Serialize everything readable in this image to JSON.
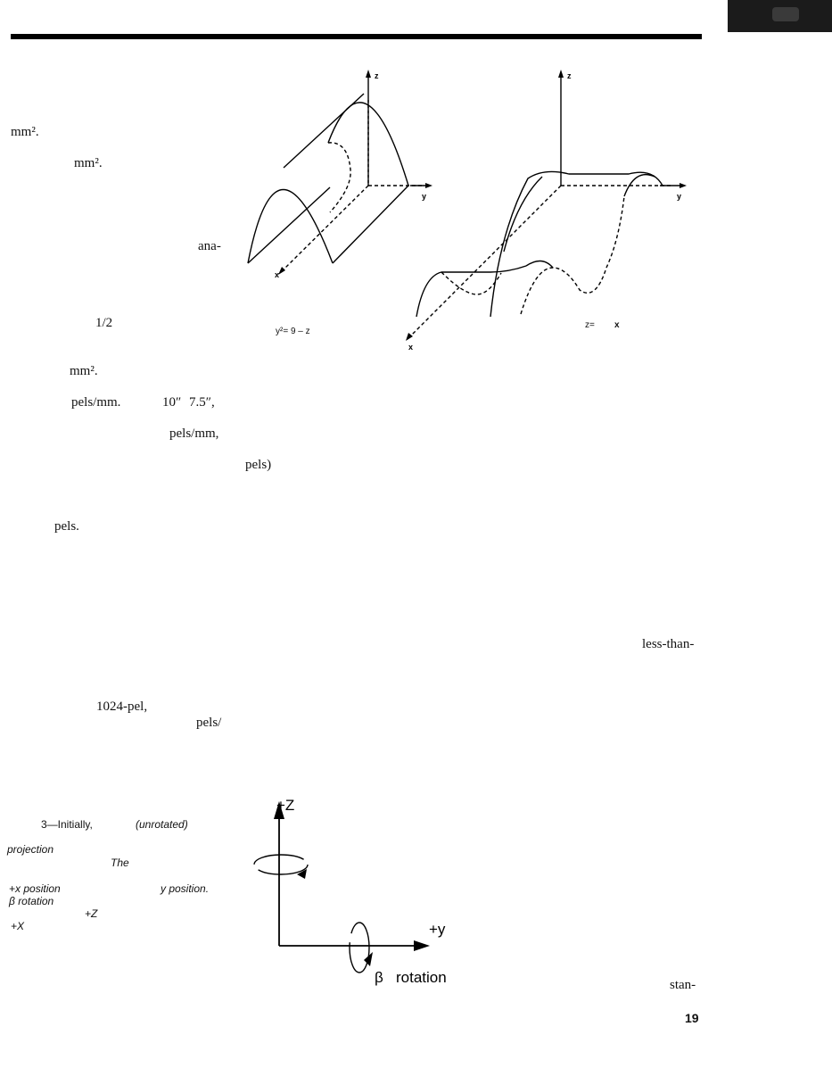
{
  "page": {
    "number": "19"
  },
  "text_fragments": {
    "t1": "mm².",
    "t2": "mm².",
    "t3": "ana-",
    "t4": "1/2",
    "t5": "mm².",
    "t6": "pels/mm.",
    "t7": "10″",
    "t8": "7.5″,",
    "t9": "pels/mm,",
    "t10": "pels)",
    "t11": "pels.",
    "t12": "less-than-",
    "t13": "1024-pel,",
    "t14": "pels/",
    "t15": "stan-"
  },
  "figure_left": {
    "axis_z": "z",
    "axis_y": "y",
    "axis_x": "x",
    "equation": "y²= 9 – z"
  },
  "figure_right": {
    "axis_z": "z",
    "axis_y": "y",
    "axis_x": "x",
    "equation_prefix": "z=",
    "equation_var": "x"
  },
  "figure3": {
    "caption_lines": [
      "3—Initially,",
      "(unrotated)",
      "projection",
      "The",
      "+x position",
      "y position.",
      "β rotation",
      "+Z",
      "+X"
    ],
    "label_z": "+Z",
    "label_y": "+y",
    "beta": "β",
    "rotation": "rotation"
  }
}
